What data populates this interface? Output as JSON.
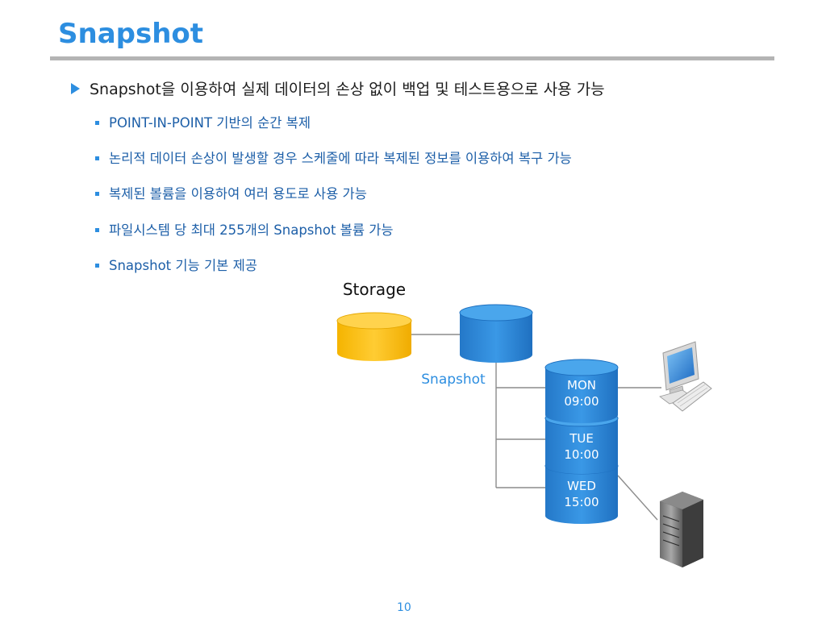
{
  "slide": {
    "title": "Snapshot",
    "main_bullet": "Snapshot을 이용하여 실제 데이터의 손상 없이 백업 및 테스트용으로 사용 가능",
    "sub_bullets": [
      "POINT-IN-POINT 기반의 순간 복제",
      "논리적 데이터 손상이 발생할 경우 스케줄에 따라 복제된 정보를 이용하여 복구 가능",
      "복제된 볼륨을 이용하여 여러 용도로 사용 가능",
      "파일시스템 당 최대 255개의 Snapshot 볼륨 가능",
      "Snapshot 기능 기본 제공"
    ],
    "page_number": "10"
  },
  "diagram": {
    "storage_label": "Storage",
    "snapshot_label": "Snapshot",
    "snapshots": [
      {
        "day": "MON",
        "time": "09:00"
      },
      {
        "day": "TUE",
        "time": "10:00"
      },
      {
        "day": "WED",
        "time": "15:00"
      }
    ],
    "colors": {
      "primary_volume": "#ffc000",
      "snapshot_volume": "#2e8ddb",
      "accent": "#2d8ee0",
      "connector": "#8c8c8c"
    },
    "icons": [
      "desktop-computer-icon",
      "server-tower-icon"
    ]
  }
}
